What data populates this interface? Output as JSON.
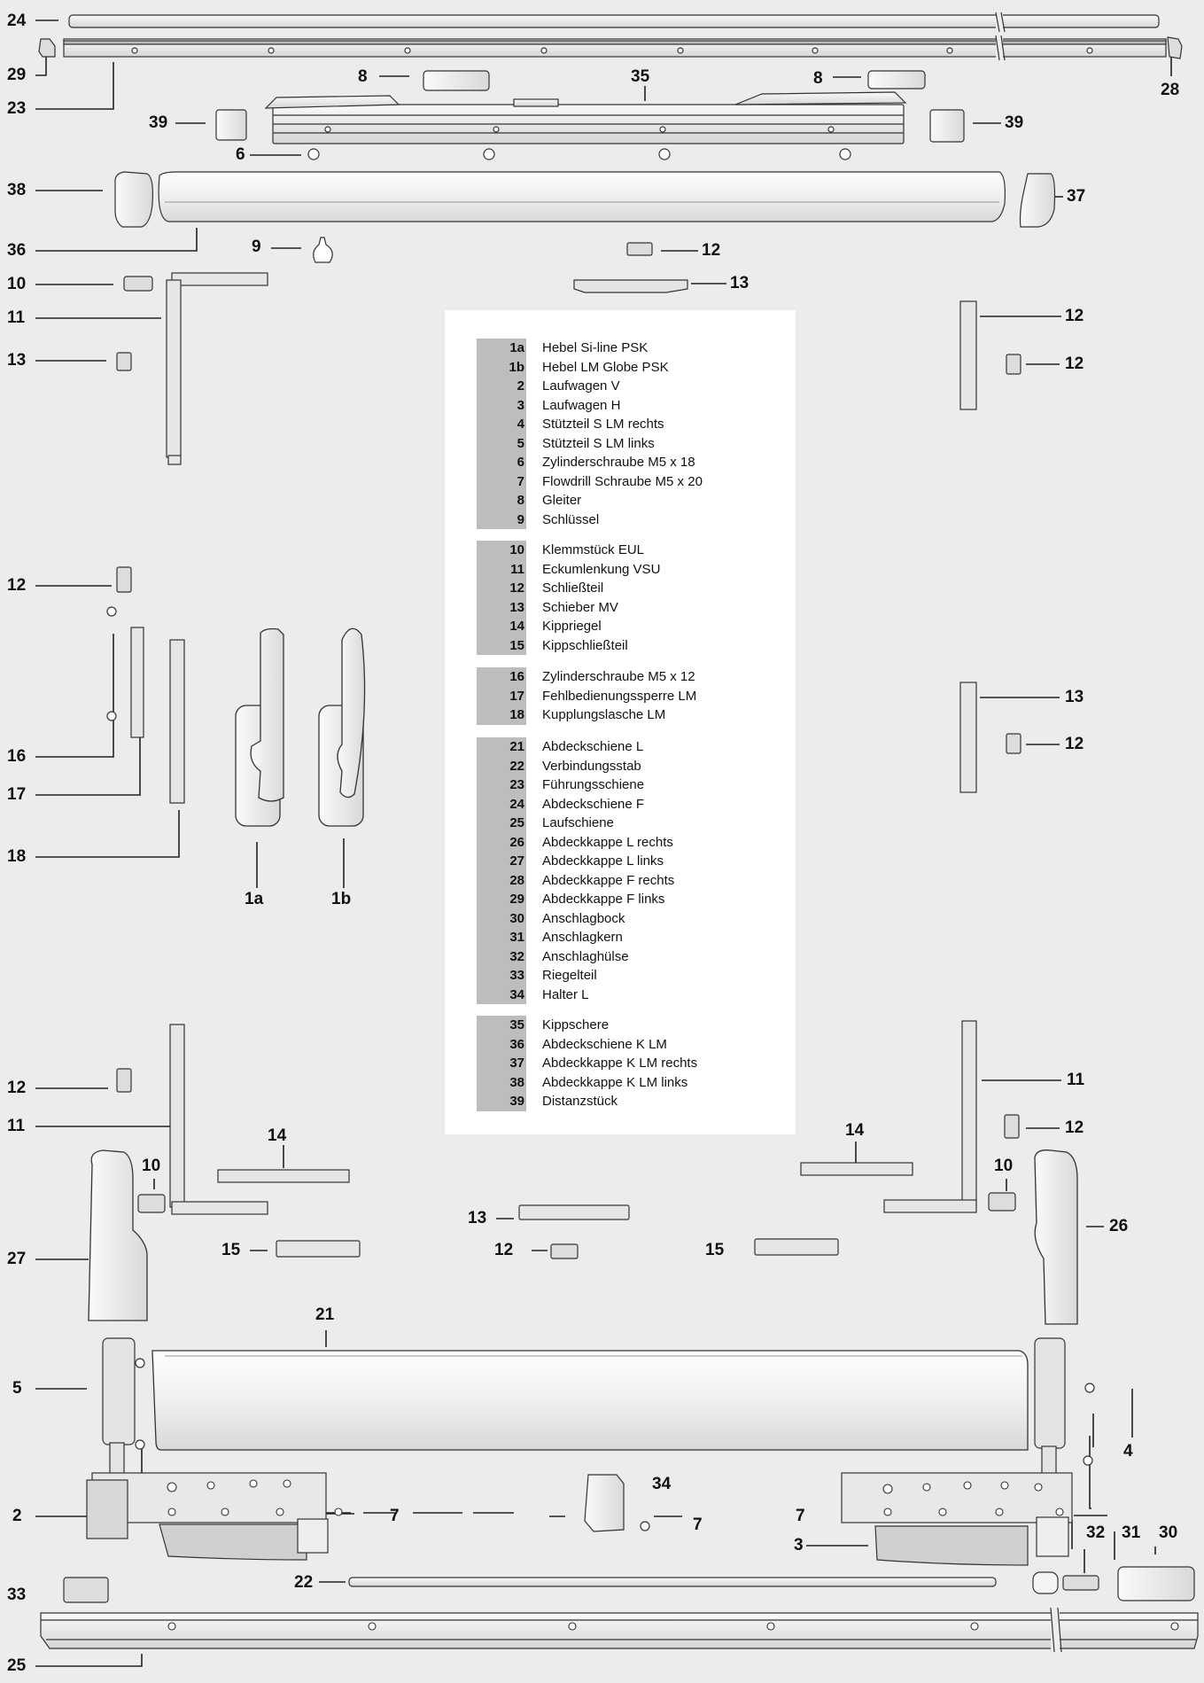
{
  "legend": {
    "groups": [
      {
        "items": [
          {
            "num": "1a",
            "text": "Hebel Si-line PSK"
          },
          {
            "num": "1b",
            "text": "Hebel LM Globe PSK"
          },
          {
            "num": "2",
            "text": "Laufwagen V"
          },
          {
            "num": "3",
            "text": "Laufwagen H"
          },
          {
            "num": "4",
            "text": "Stützteil S LM rechts"
          },
          {
            "num": "5",
            "text": "Stützteil S LM links"
          },
          {
            "num": "6",
            "text": "Zylinderschraube M5 x 18"
          },
          {
            "num": "7",
            "text": "Flowdrill Schraube M5 x 20"
          },
          {
            "num": "8",
            "text": "Gleiter"
          },
          {
            "num": "9",
            "text": "Schlüssel"
          }
        ]
      },
      {
        "items": [
          {
            "num": "10",
            "text": "Klemmstück EUL"
          },
          {
            "num": "11",
            "text": "Eckumlenkung VSU"
          },
          {
            "num": "12",
            "text": "Schließteil"
          },
          {
            "num": "13",
            "text": "Schieber MV"
          },
          {
            "num": "14",
            "text": "Kippriegel"
          },
          {
            "num": "15",
            "text": "Kippschließteil"
          }
        ]
      },
      {
        "items": [
          {
            "num": "16",
            "text": "Zylinderschraube M5 x 12"
          },
          {
            "num": "17",
            "text": "Fehlbedienungssperre LM"
          },
          {
            "num": "18",
            "text": "Kupplungslasche LM"
          }
        ]
      },
      {
        "items": [
          {
            "num": "21",
            "text": "Abdeckschiene L"
          },
          {
            "num": "22",
            "text": "Verbindungsstab"
          },
          {
            "num": "23",
            "text": "Führungsschiene"
          },
          {
            "num": "24",
            "text": "Abdeckschiene F"
          },
          {
            "num": "25",
            "text": "Laufschiene"
          },
          {
            "num": "26",
            "text": "Abdeckkappe L rechts"
          },
          {
            "num": "27",
            "text": "Abdeckkappe L links"
          },
          {
            "num": "28",
            "text": "Abdeckkappe F rechts"
          },
          {
            "num": "29",
            "text": "Abdeckkappe F links"
          },
          {
            "num": "30",
            "text": "Anschlagbock"
          },
          {
            "num": "31",
            "text": "Anschlagkern"
          },
          {
            "num": "32",
            "text": "Anschlaghülse"
          },
          {
            "num": "33",
            "text": "Riegelteil"
          },
          {
            "num": "34",
            "text": "Halter L"
          }
        ]
      },
      {
        "items": [
          {
            "num": "35",
            "text": "Kippschere"
          },
          {
            "num": "36",
            "text": "Abdeckschiene K LM"
          },
          {
            "num": "37",
            "text": "Abdeckkappe K LM rechts"
          },
          {
            "num": "38",
            "text": "Abdeckkappe K LM links"
          },
          {
            "num": "39",
            "text": "Distanzstück"
          }
        ]
      }
    ]
  },
  "callouts": [
    "24",
    "29",
    "23",
    "28",
    "8",
    "35",
    "8",
    "39",
    "39",
    "6",
    "38",
    "37",
    "36",
    "9",
    "12",
    "13",
    "10",
    "11",
    "12",
    "13",
    "12",
    "12",
    "16",
    "17",
    "18",
    "13",
    "12",
    "1a",
    "1b",
    "12",
    "11",
    "11",
    "12",
    "14",
    "14",
    "10",
    "10",
    "27",
    "26",
    "13",
    "12",
    "15",
    "15",
    "21",
    "5",
    "4",
    "2",
    "7",
    "7",
    "34",
    "7",
    "3",
    "32",
    "31",
    "30",
    "22",
    "33",
    "25"
  ]
}
